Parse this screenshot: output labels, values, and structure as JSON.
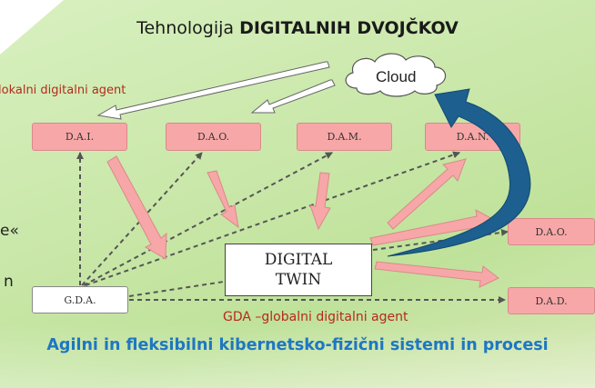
{
  "title": {
    "prefix": "Tehnologija ",
    "bold": "DIGITALNIH DVOJČKOV"
  },
  "local_agent_label": "lokalni digitalni agent",
  "global_agent_label": "GDA –globalni digitalni agent",
  "side_fragments": [
    "e«",
    "n"
  ],
  "cloud": "Cloud",
  "agents_top": [
    "D.A.I.",
    "D.A.O.",
    "D.A.M.",
    "D.A.N."
  ],
  "agents_right": [
    "D.A.O.",
    "D.A.D."
  ],
  "gda": "G.D.A.",
  "digital_twin": [
    "DIGITAL",
    "TWIN"
  ],
  "bottom_text": "Agilni in fleksibilni kibernetsko-fizični sistemi in procesi",
  "colors": {
    "agent_fill": "#f7a7a7",
    "big_arrow": "#1d5f8f",
    "red_text": "#b52a1c",
    "blue_text": "#1f77c2"
  }
}
